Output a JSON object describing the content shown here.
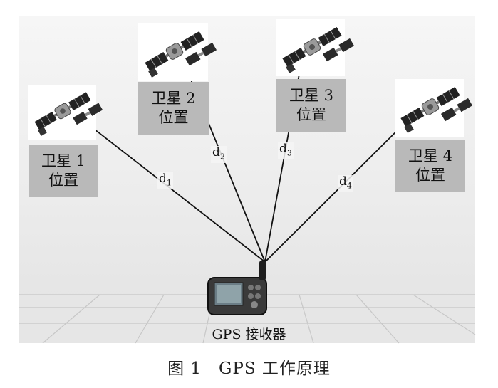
{
  "satellites": [
    {
      "name": "卫星 1",
      "sub": "位置"
    },
    {
      "name": "卫星 2",
      "sub": "位置"
    },
    {
      "name": "卫星 3",
      "sub": "位置"
    },
    {
      "name": "卫星 4",
      "sub": "位置"
    }
  ],
  "distances": [
    {
      "letter": "d",
      "index": "1"
    },
    {
      "letter": "d",
      "index": "2"
    },
    {
      "letter": "d",
      "index": "3"
    },
    {
      "letter": "d",
      "index": "4"
    }
  ],
  "receiver_label": "GPS 接收器",
  "caption": "图 1　GPS 工作原理",
  "icons": {
    "satellite": "satellite-icon",
    "receiver": "gps-device-icon"
  }
}
